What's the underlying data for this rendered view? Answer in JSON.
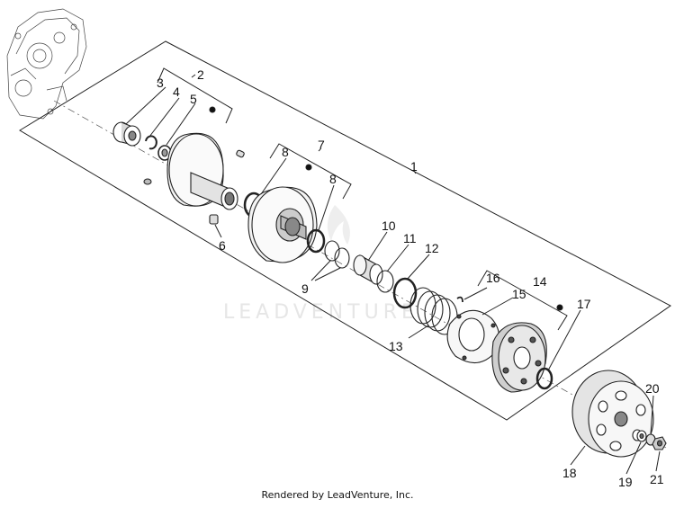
{
  "footer": "Rendered by LeadVenture, Inc.",
  "watermark": "LEADVENTURE",
  "callouts": [
    "1",
    "2",
    "3",
    "4",
    "5",
    "6",
    "7",
    "8",
    "8",
    "9",
    "10",
    "11",
    "12",
    "13",
    "14",
    "15",
    "16",
    "17",
    "18",
    "19",
    "20",
    "21"
  ]
}
